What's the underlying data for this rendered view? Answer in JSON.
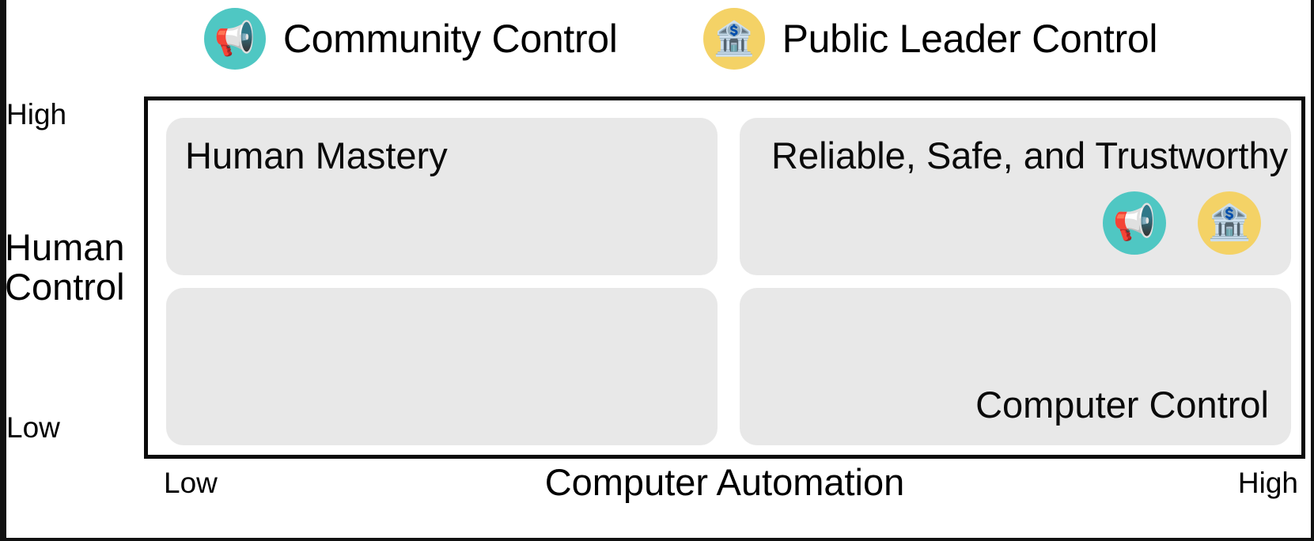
{
  "legend": {
    "items": [
      {
        "label": "Community Control",
        "icon": "megaphone-icon",
        "glyph": "📢",
        "color": "#4FC7C3"
      },
      {
        "label": "Public Leader Control",
        "icon": "classical-building-icon",
        "glyph": "🏦",
        "color": "#F4D266"
      }
    ]
  },
  "chart_data": {
    "type": "scatter",
    "title": "",
    "xlabel": "Computer Automation",
    "ylabel": "Human Control",
    "x_ticks": [
      "Low",
      "High"
    ],
    "y_ticks": [
      "High",
      "Low"
    ],
    "grid": false,
    "legend_position": "top-center",
    "quadrants": [
      {
        "position": "top-left",
        "label": "Human Mastery",
        "markers": []
      },
      {
        "position": "top-right",
        "label": "Reliable, Safe, and Trustworthy",
        "markers": [
          "Community Control",
          "Public Leader Control"
        ]
      },
      {
        "position": "bottom-left",
        "label": "",
        "markers": []
      },
      {
        "position": "bottom-right",
        "label": "Computer Control",
        "markers": []
      }
    ],
    "points": [
      {
        "name": "Community Control",
        "x": "high",
        "y": "high",
        "color": "#4FC7C3",
        "glyph": "📢"
      },
      {
        "name": "Public Leader Control",
        "x": "high",
        "y": "high",
        "color": "#F4D266",
        "glyph": "🏦"
      }
    ]
  },
  "axes": {
    "y_high": "High",
    "y_low": "Low",
    "y_title": "Human Control",
    "x_low": "Low",
    "x_high": "High",
    "x_title": "Computer Automation"
  },
  "quadrant_labels": {
    "top_left": "Human Mastery",
    "top_right": "Reliable, Safe, and Trustworthy",
    "bottom_left": "",
    "bottom_right": "Computer Control"
  },
  "markers": {
    "community": {
      "glyph": "📢",
      "color": "#4FC7C3"
    },
    "public_leader": {
      "glyph": "🏦",
      "color": "#F4D266"
    }
  },
  "colors": {
    "teal": "#4FC7C3",
    "yellow": "#F4D266",
    "quadrant_fill": "#E8E8E8",
    "frame": "#0A0A0A",
    "background": "#FFFFFF"
  }
}
